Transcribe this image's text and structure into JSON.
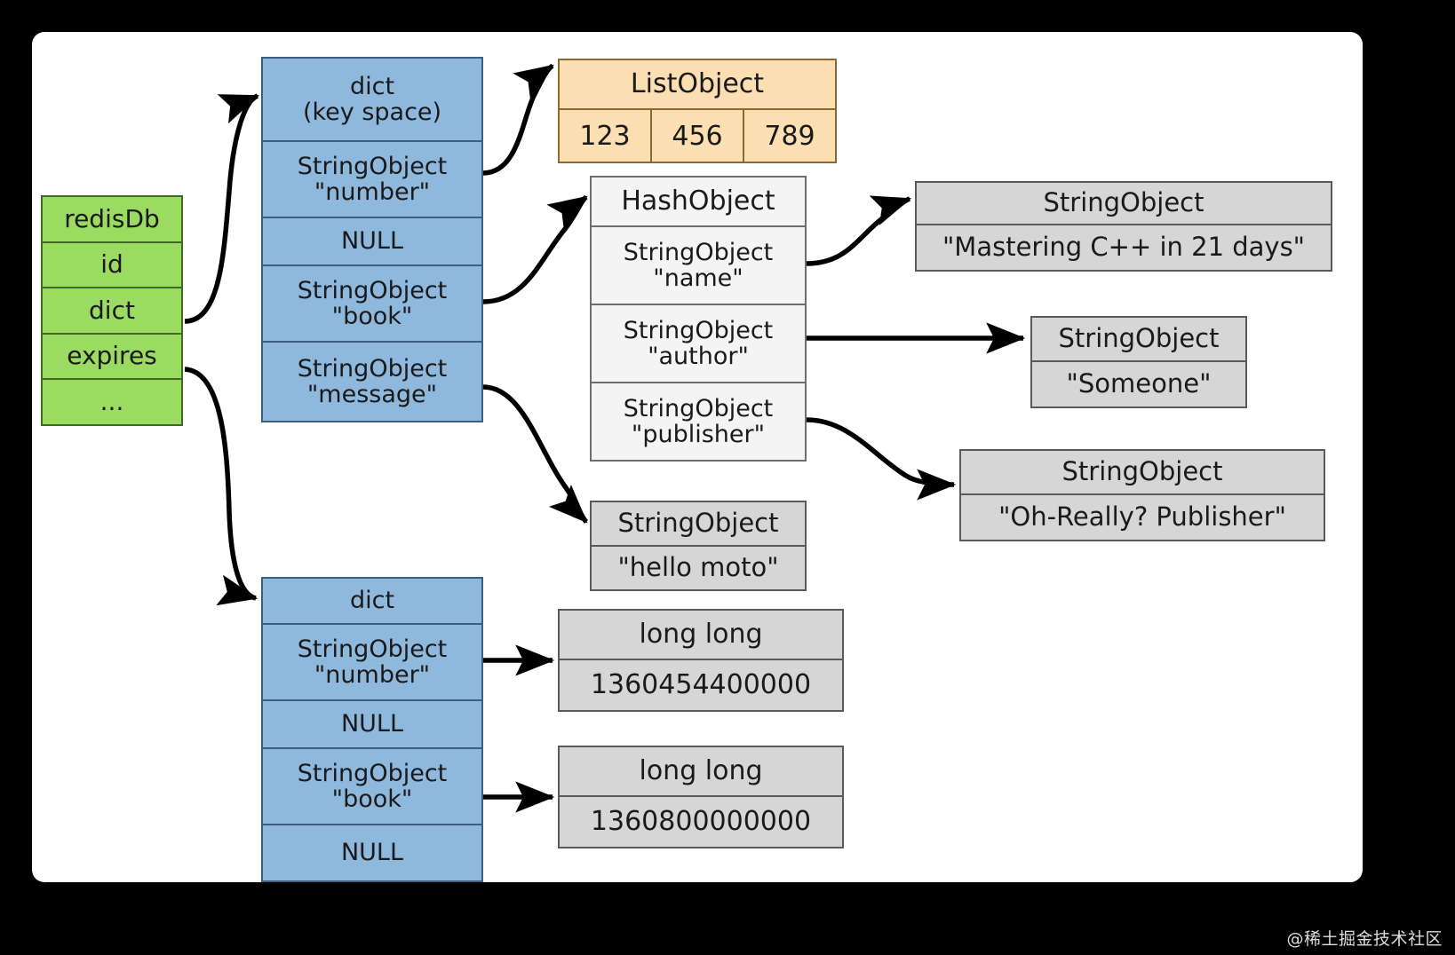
{
  "diagram": {
    "title": "Redis database key space and expires dictionary object graph",
    "colors": {
      "green": "#9bdb62",
      "blue": "#8fb8dd",
      "orange": "#fbdfb2",
      "grey": "#d6d6d6",
      "white": "#f4f4f4",
      "background": "#000000",
      "canvas": "#ffffff"
    },
    "redis_db": {
      "name": "redisDb",
      "rows": [
        "redisDb",
        "id",
        "dict",
        "expires",
        "..."
      ]
    },
    "key_space_dict": {
      "header": "dict\n(key space)",
      "rows": [
        "StringObject\n\"number\"",
        "NULL",
        "StringObject\n\"book\"",
        "StringObject\n\"message\""
      ]
    },
    "list_object": {
      "header": "ListObject",
      "values": [
        "123",
        "456",
        "789"
      ]
    },
    "hash_object": {
      "header": "HashObject",
      "rows": [
        "StringObject\n\"name\"",
        "StringObject\n\"author\"",
        "StringObject\n\"publisher\""
      ]
    },
    "string_name": {
      "header": "StringObject",
      "value": "\"Mastering C++ in 21 days\""
    },
    "string_author": {
      "header": "StringObject",
      "value": "\"Someone\""
    },
    "string_publisher": {
      "header": "StringObject",
      "value": "\"Oh-Really? Publisher\""
    },
    "string_message": {
      "header": "StringObject",
      "value": "\"hello moto\""
    },
    "expires_dict": {
      "header": "dict",
      "rows": [
        "StringObject\n\"number\"",
        "NULL",
        "StringObject\n\"book\"",
        "NULL"
      ]
    },
    "expire_number": {
      "header": "long long",
      "value": "1360454400000"
    },
    "expire_book": {
      "header": "long long",
      "value": "1360800000000"
    },
    "watermark": "@稀土掘金技术社区"
  }
}
